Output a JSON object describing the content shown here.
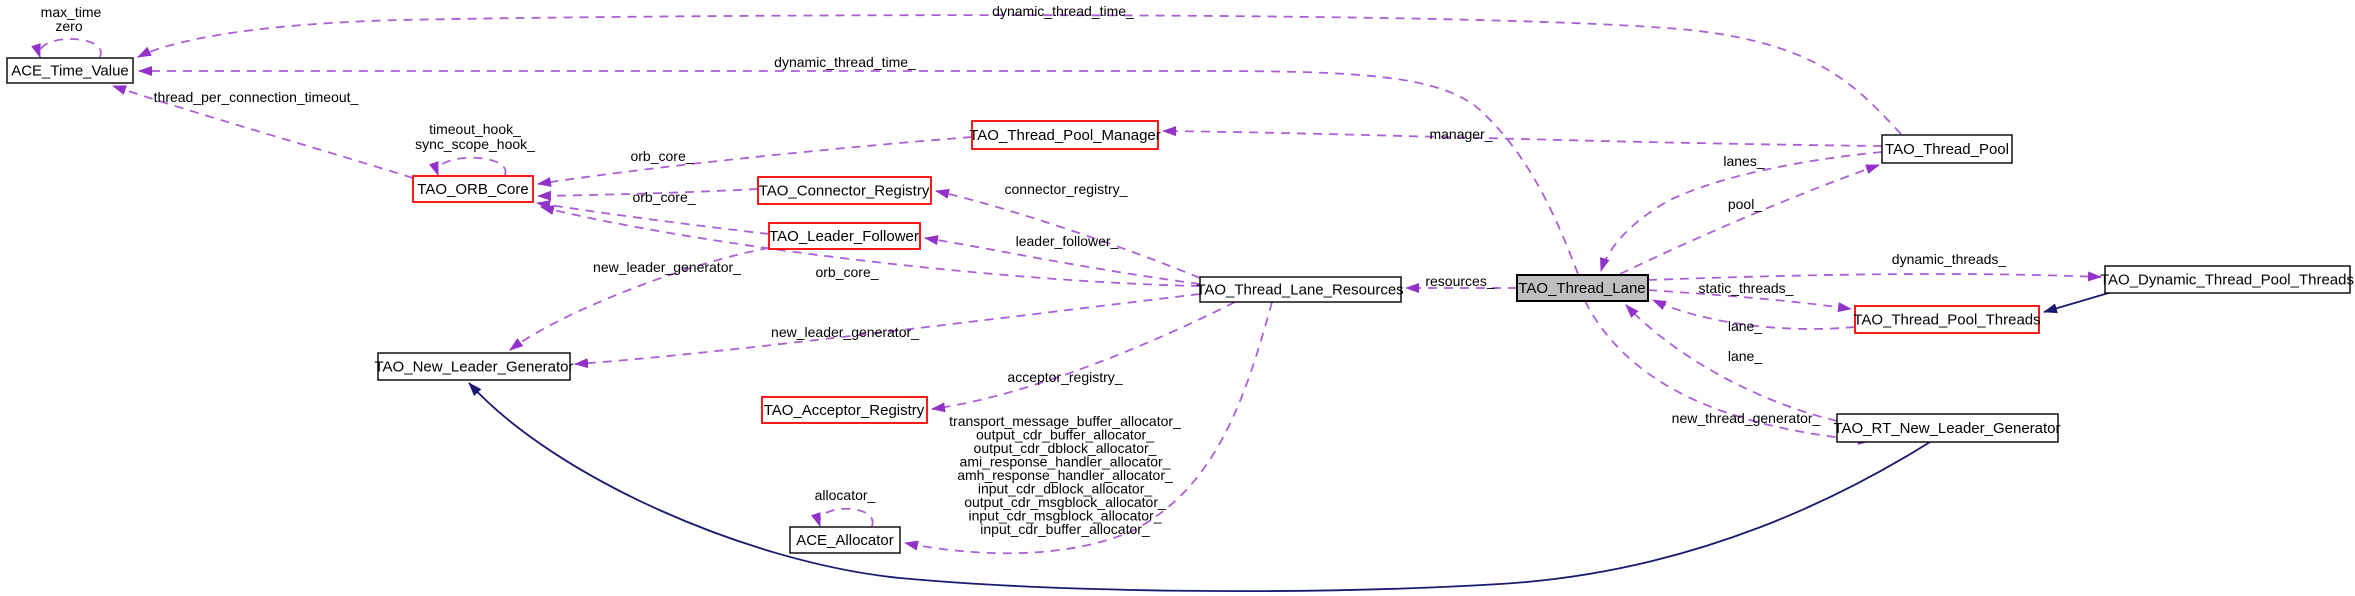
{
  "diagram": {
    "type": "doxygen-collaboration-graph",
    "colors": {
      "background": "#ffffff",
      "usage_edge": "#ad5fd6",
      "usage_arrow": "#9232c8",
      "inheritance_edge": "#1a1a70",
      "node_border": "#000000",
      "node_border_highlight": "#ff0000",
      "selected_node_fill": "#bfbfbf",
      "text": "#000000"
    },
    "nodes": [
      {
        "label": "ACE_Time_Value",
        "style": "plain"
      },
      {
        "label": "TAO_ORB_Core",
        "style": "red"
      },
      {
        "label": "TAO_Thread_Pool_Manager",
        "style": "red"
      },
      {
        "label": "TAO_Connector_Registry",
        "style": "red"
      },
      {
        "label": "TAO_Leader_Follower",
        "style": "red"
      },
      {
        "label": "TAO_New_Leader_Generator",
        "style": "plain"
      },
      {
        "label": "TAO_Acceptor_Registry",
        "style": "red"
      },
      {
        "label": "ACE_Allocator",
        "style": "plain"
      },
      {
        "label": "TAO_Thread_Lane_Resources",
        "style": "plain"
      },
      {
        "label": "TAO_Thread_Lane",
        "style": "selected"
      },
      {
        "label": "TAO_Thread_Pool",
        "style": "plain"
      },
      {
        "label": "TAO_Dynamic_Thread_Pool_Threads",
        "style": "plain"
      },
      {
        "label": "TAO_Thread_Pool_Threads",
        "style": "red"
      },
      {
        "label": "TAO_RT_New_Leader_Generator",
        "style": "plain"
      }
    ],
    "labels": {
      "max_time": "max_time",
      "zero": "zero",
      "dynamic_thread_time_top": "dynamic_thread_time_",
      "dynamic_thread_time_mid": "dynamic_thread_time_",
      "thread_per_connection_timeout": "thread_per_connection_timeout_",
      "timeout_hook": "timeout_hook_",
      "sync_scope_hook": "sync_scope_hook_",
      "orb_core_1": "orb_core_",
      "orb_core_2": "orb_core_",
      "orb_core_3": "orb_core_",
      "connector_registry": "connector_registry_",
      "leader_follower": "leader_follower_",
      "new_leader_generator_1": "new_leader_generator_",
      "new_leader_generator_2": "new_leader_generator_",
      "manager": "manager_",
      "lanes": "lanes_",
      "pool": "pool_",
      "resources": "resources_",
      "dynamic_threads": "dynamic_threads_",
      "static_threads": "static_threads_",
      "lane_1": "lane_",
      "lane_2": "lane_",
      "new_thread_generator": "new_thread_generator_",
      "acceptor_registry": "acceptor_registry_",
      "allocator": "allocator_",
      "allocators": [
        "transport_message_buffer_allocator_",
        "output_cdr_buffer_allocator_",
        "output_cdr_dblock_allocator_",
        "ami_response_handler_allocator_",
        "amh_response_handler_allocator_",
        "input_cdr_dblock_allocator_",
        "output_cdr_msgblock_allocator_",
        "input_cdr_msgblock_allocator_",
        "input_cdr_buffer_allocator_"
      ]
    },
    "edges": [
      {
        "from": "ACE_Time_Value",
        "to": "ACE_Time_Value",
        "labels": [
          "max_time",
          "zero"
        ],
        "kind": "usage"
      },
      {
        "from": "TAO_Thread_Pool",
        "to": "ACE_Time_Value",
        "labels": [
          "dynamic_thread_time_"
        ],
        "kind": "usage"
      },
      {
        "from": "TAO_Thread_Lane",
        "to": "ACE_Time_Value",
        "labels": [
          "dynamic_thread_time_"
        ],
        "kind": "usage"
      },
      {
        "from": "TAO_ORB_Core",
        "to": "ACE_Time_Value",
        "labels": [
          "thread_per_connection_timeout_"
        ],
        "kind": "usage"
      },
      {
        "from": "TAO_ORB_Core",
        "to": "TAO_ORB_Core",
        "labels": [
          "timeout_hook_",
          "sync_scope_hook_"
        ],
        "kind": "usage"
      },
      {
        "from": "TAO_Thread_Pool_Manager",
        "to": "TAO_ORB_Core",
        "labels": [
          "orb_core_"
        ],
        "kind": "usage"
      },
      {
        "from": "TAO_Connector_Registry",
        "to": "TAO_ORB_Core",
        "labels": [
          "orb_core_"
        ],
        "kind": "usage"
      },
      {
        "from": "TAO_Leader_Follower",
        "to": "TAO_ORB_Core",
        "labels": [],
        "kind": "usage"
      },
      {
        "from": "TAO_Thread_Lane_Resources",
        "to": "TAO_ORB_Core",
        "labels": [
          "orb_core_"
        ],
        "kind": "usage"
      },
      {
        "from": "TAO_Leader_Follower",
        "to": "TAO_New_Leader_Generator",
        "labels": [
          "new_leader_generator_"
        ],
        "kind": "usage"
      },
      {
        "from": "TAO_Thread_Lane_Resources",
        "to": "TAO_New_Leader_Generator",
        "labels": [
          "new_leader_generator_"
        ],
        "kind": "usage"
      },
      {
        "from": "TAO_Thread_Lane_Resources",
        "to": "TAO_Connector_Registry",
        "labels": [
          "connector_registry_"
        ],
        "kind": "usage"
      },
      {
        "from": "TAO_Thread_Lane_Resources",
        "to": "TAO_Leader_Follower",
        "labels": [
          "leader_follower_"
        ],
        "kind": "usage"
      },
      {
        "from": "TAO_Thread_Lane_Resources",
        "to": "TAO_Acceptor_Registry",
        "labels": [
          "acceptor_registry_"
        ],
        "kind": "usage"
      },
      {
        "from": "TAO_Thread_Lane_Resources",
        "to": "ACE_Allocator",
        "labels": [
          "transport_message_buffer_allocator_ ..."
        ],
        "kind": "usage"
      },
      {
        "from": "ACE_Allocator",
        "to": "ACE_Allocator",
        "labels": [
          "allocator_"
        ],
        "kind": "usage"
      },
      {
        "from": "TAO_Thread_Lane",
        "to": "TAO_Thread_Lane_Resources",
        "labels": [
          "resources_"
        ],
        "kind": "usage"
      },
      {
        "from": "TAO_Thread_Pool",
        "to": "TAO_Thread_Pool_Manager",
        "labels": [
          "manager_"
        ],
        "kind": "usage"
      },
      {
        "from": "TAO_Thread_Pool",
        "to": "TAO_Thread_Lane",
        "labels": [
          "lanes_"
        ],
        "kind": "usage"
      },
      {
        "from": "TAO_Thread_Lane",
        "to": "TAO_Thread_Pool",
        "labels": [
          "pool_"
        ],
        "kind": "usage"
      },
      {
        "from": "TAO_Thread_Lane",
        "to": "TAO_Dynamic_Thread_Pool_Threads",
        "labels": [
          "dynamic_threads_"
        ],
        "kind": "usage"
      },
      {
        "from": "TAO_Thread_Lane",
        "to": "TAO_Thread_Pool_Threads",
        "labels": [
          "static_threads_"
        ],
        "kind": "usage"
      },
      {
        "from": "TAO_Thread_Pool_Threads",
        "to": "TAO_Thread_Lane",
        "labels": [
          "lane_"
        ],
        "kind": "usage"
      },
      {
        "from": "TAO_RT_New_Leader_Generator",
        "to": "TAO_Thread_Lane",
        "labels": [
          "lane_"
        ],
        "kind": "usage"
      },
      {
        "from": "TAO_Thread_Lane",
        "to": "TAO_RT_New_Leader_Generator",
        "labels": [
          "new_thread_generator_"
        ],
        "kind": "usage"
      },
      {
        "from": "TAO_Dynamic_Thread_Pool_Threads",
        "to": "TAO_Thread_Pool_Threads",
        "labels": [],
        "kind": "inheritance"
      },
      {
        "from": "TAO_RT_New_Leader_Generator",
        "to": "TAO_New_Leader_Generator",
        "labels": [],
        "kind": "inheritance"
      }
    ]
  }
}
